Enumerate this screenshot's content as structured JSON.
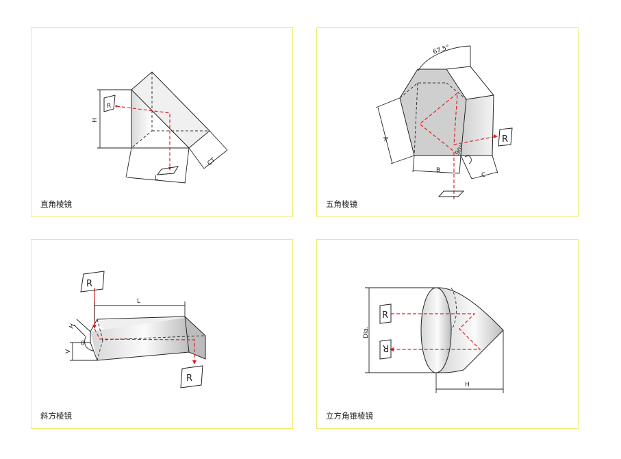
{
  "panels": [
    {
      "caption": "直角棱镜",
      "dims": {
        "h": "H",
        "l": "L",
        "ct": "CT"
      },
      "mark": "R"
    },
    {
      "caption": "五角棱镜",
      "dims": {
        "angle": "67.5°",
        "a": "A",
        "b": "B",
        "c": "C",
        "right": "90°"
      },
      "mark": "R"
    },
    {
      "caption": "斜方棱镜",
      "dims": {
        "l": "L",
        "h": "H",
        "v": "V",
        "theta": "θ"
      },
      "mark": "R"
    },
    {
      "caption": "立方角锥棱镜",
      "dims": {
        "dia": "Dia.",
        "h": "H"
      },
      "mark": "R"
    }
  ],
  "colors": {
    "frame": "#f2ea6a",
    "ray": "#e02020"
  }
}
